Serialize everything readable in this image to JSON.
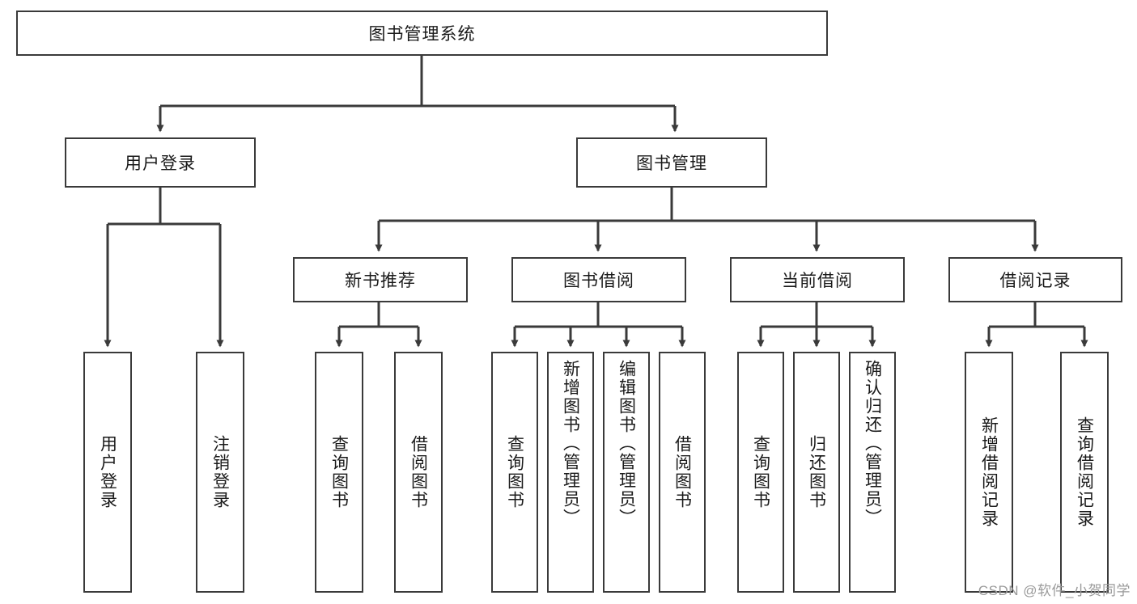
{
  "diagram": {
    "title": "图书管理系统",
    "type": "tree-hierarchy-diagram",
    "root": {
      "id": "root",
      "label": "图书管理系统"
    },
    "level1": [
      {
        "id": "user-login",
        "label": "用户登录"
      },
      {
        "id": "book-manage",
        "label": "图书管理"
      }
    ],
    "level2": [
      {
        "id": "new-book-rec",
        "label": "新书推荐",
        "parent": "book-manage"
      },
      {
        "id": "book-borrow",
        "label": "图书借阅",
        "parent": "book-manage"
      },
      {
        "id": "current-borrow",
        "label": "当前借阅",
        "parent": "book-manage"
      },
      {
        "id": "borrow-record",
        "label": "借阅记录",
        "parent": "book-manage"
      }
    ],
    "leaves": {
      "user_login": [
        {
          "id": "leaf-user-login",
          "label": "用户登录"
        },
        {
          "id": "leaf-user-logout",
          "label": "注销登录"
        }
      ],
      "new_book_rec": [
        {
          "id": "leaf-query-book-1",
          "label": "查询图书"
        },
        {
          "id": "leaf-borrow-book-1",
          "label": "借阅图书"
        }
      ],
      "book_borrow": [
        {
          "id": "leaf-query-book-2",
          "label": "查询图书"
        },
        {
          "id": "leaf-add-book",
          "label": "新增图书（管理员）"
        },
        {
          "id": "leaf-edit-book",
          "label": "编辑图书（管理员）"
        },
        {
          "id": "leaf-borrow-book-2",
          "label": "借阅图书"
        }
      ],
      "current_borrow": [
        {
          "id": "leaf-query-book-3",
          "label": "查询图书"
        },
        {
          "id": "leaf-return-book",
          "label": "归还图书"
        },
        {
          "id": "leaf-confirm-return",
          "label": "确认归还（管理员）"
        }
      ],
      "borrow_record": [
        {
          "id": "leaf-add-record",
          "label": "新增借阅记录"
        },
        {
          "id": "leaf-query-record",
          "label": "查询借阅记录"
        }
      ]
    },
    "colors": {
      "border": "#3a3a3a",
      "background": "#ffffff",
      "text": "#1a1a1a",
      "watermark": "#9a9a9a"
    }
  },
  "watermark": {
    "text": "CSDN @软件_小贺同学"
  }
}
